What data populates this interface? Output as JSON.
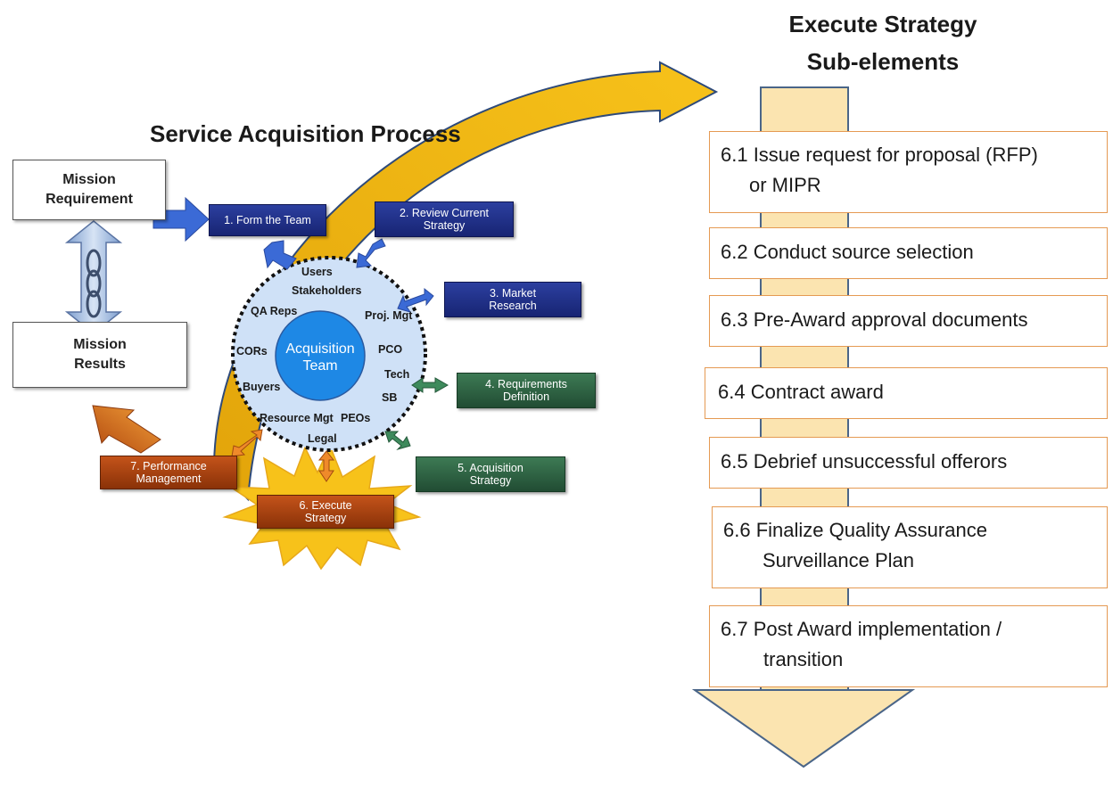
{
  "left_title": "Service Acquisition Process",
  "right_title": {
    "line1": "Execute Strategy",
    "line2": "Sub-elements"
  },
  "mission_requirement": "Mission Requirement",
  "mission_results": "Mission Results",
  "hub": {
    "center_label": "Acquisition Team",
    "roles": {
      "users": "Users",
      "stakeholders": "Stakeholders",
      "qa_reps": "QA Reps",
      "proj_mgt": "Proj. Mgt",
      "cors": "CORs",
      "pco": "PCO",
      "tech": "Tech",
      "buyers": "Buyers",
      "sb": "SB",
      "resource_mgt": "Resource Mgt",
      "peos": "PEOs",
      "legal": "Legal"
    }
  },
  "steps": {
    "s1": "1.  Form the Team",
    "s2a": "2.  Review Current",
    "s2b": "Strategy",
    "s3a": "3.  Market",
    "s3b": "Research",
    "s4a": "4.  Requirements",
    "s4b": "Definition",
    "s5a": "5.  Acquisition",
    "s5b": "Strategy",
    "s6a": "6.  Execute",
    "s6b": "Strategy",
    "s7a": "7.  Performance",
    "s7b": "Management"
  },
  "sub_elements": {
    "e1a": "6.1  Issue request for proposal (RFP)",
    "e1b": "or MIPR",
    "e2": "6.2  Conduct source selection",
    "e3": "6.3  Pre-Award approval documents",
    "e4": "6.4  Contract award",
    "e5": "6.5  Debrief unsuccessful offerors",
    "e6a": "6.6  Finalize Quality Assurance",
    "e6b": "Surveillance Plan",
    "e7a": "6.7  Post Award implementation /",
    "e7b": "transition"
  },
  "colors": {
    "blue_step": "#1f2d85",
    "green_step": "#2c5e3f",
    "orange_step": "#a6410f",
    "hub_fill": "#1e88e5",
    "ring_fill": "#cfe1f7",
    "column_fill": "#fbe4b0",
    "column_border": "#4a6588",
    "sub_border": "#e59a53",
    "starburst": "#f7c21a",
    "curve_arrow": "#f2b80c"
  }
}
